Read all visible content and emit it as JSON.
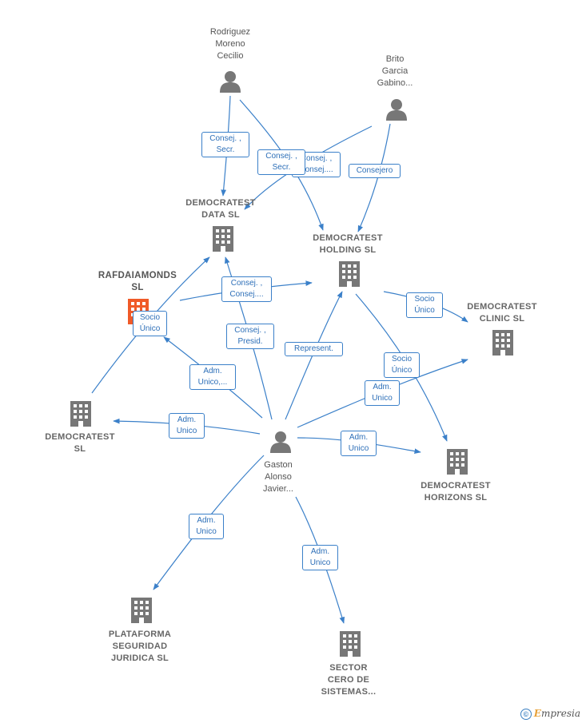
{
  "nodes": {
    "rodriguez": {
      "label": "Rodriguez\nMoreno\nCecilio",
      "type": "person"
    },
    "brito": {
      "label": "Brito\nGarcia\nGabino...",
      "type": "person"
    },
    "democratest_data": {
      "label": "DEMOCRATEST\nDATA  SL",
      "type": "company"
    },
    "democratest_holding": {
      "label": "DEMOCRATEST\nHOLDING  SL",
      "type": "company"
    },
    "rafdaiamonds": {
      "label": "RAFDAIAMONDS\nSL",
      "type": "company-main"
    },
    "democratest_clinic": {
      "label": "DEMOCRATEST\nCLINIC  SL",
      "type": "company"
    },
    "democratest_sl": {
      "label": "DEMOCRATEST\nSL",
      "type": "company"
    },
    "gaston": {
      "label": "Gaston\nAlonso\nJavier...",
      "type": "person"
    },
    "democratest_horizons": {
      "label": "DEMOCRATEST\nHORIZONS  SL",
      "type": "company"
    },
    "plataforma": {
      "label": "PLATAFORMA\nSEGURIDAD\nJURIDICA  SL",
      "type": "company"
    },
    "sector": {
      "label": "SECTOR\nCERO DE\nSISTEMAS...",
      "type": "company"
    }
  },
  "edges": {
    "e1": "Consej. ,\nSecr.",
    "e2": "Consej. ,\nSecr.",
    "e3": "Consej. ,\nConsej....",
    "e4": "Consejero",
    "e5": "Consej. ,\nConsej....",
    "e6": "Socio\nÚnico",
    "e7": "Consej. ,\nPresid.",
    "e8": "Represent.",
    "e9": "Socio\nÚnico",
    "e10": "Adm.\nUnico,...",
    "e11": "Socio\nÚnico",
    "e12": "Adm.\nUnico",
    "e13": "Adm.\nUnico",
    "e14": "Adm.\nUnico",
    "e15": "Adm.\nUnico",
    "e16": "Adm.\nUnico"
  },
  "colors": {
    "edge": "#3b80c9",
    "icon": "#777777",
    "highlight": "#f05a28"
  },
  "footer": {
    "copyright": "©",
    "brand_first": "E",
    "brand_rest": "mpresia"
  }
}
